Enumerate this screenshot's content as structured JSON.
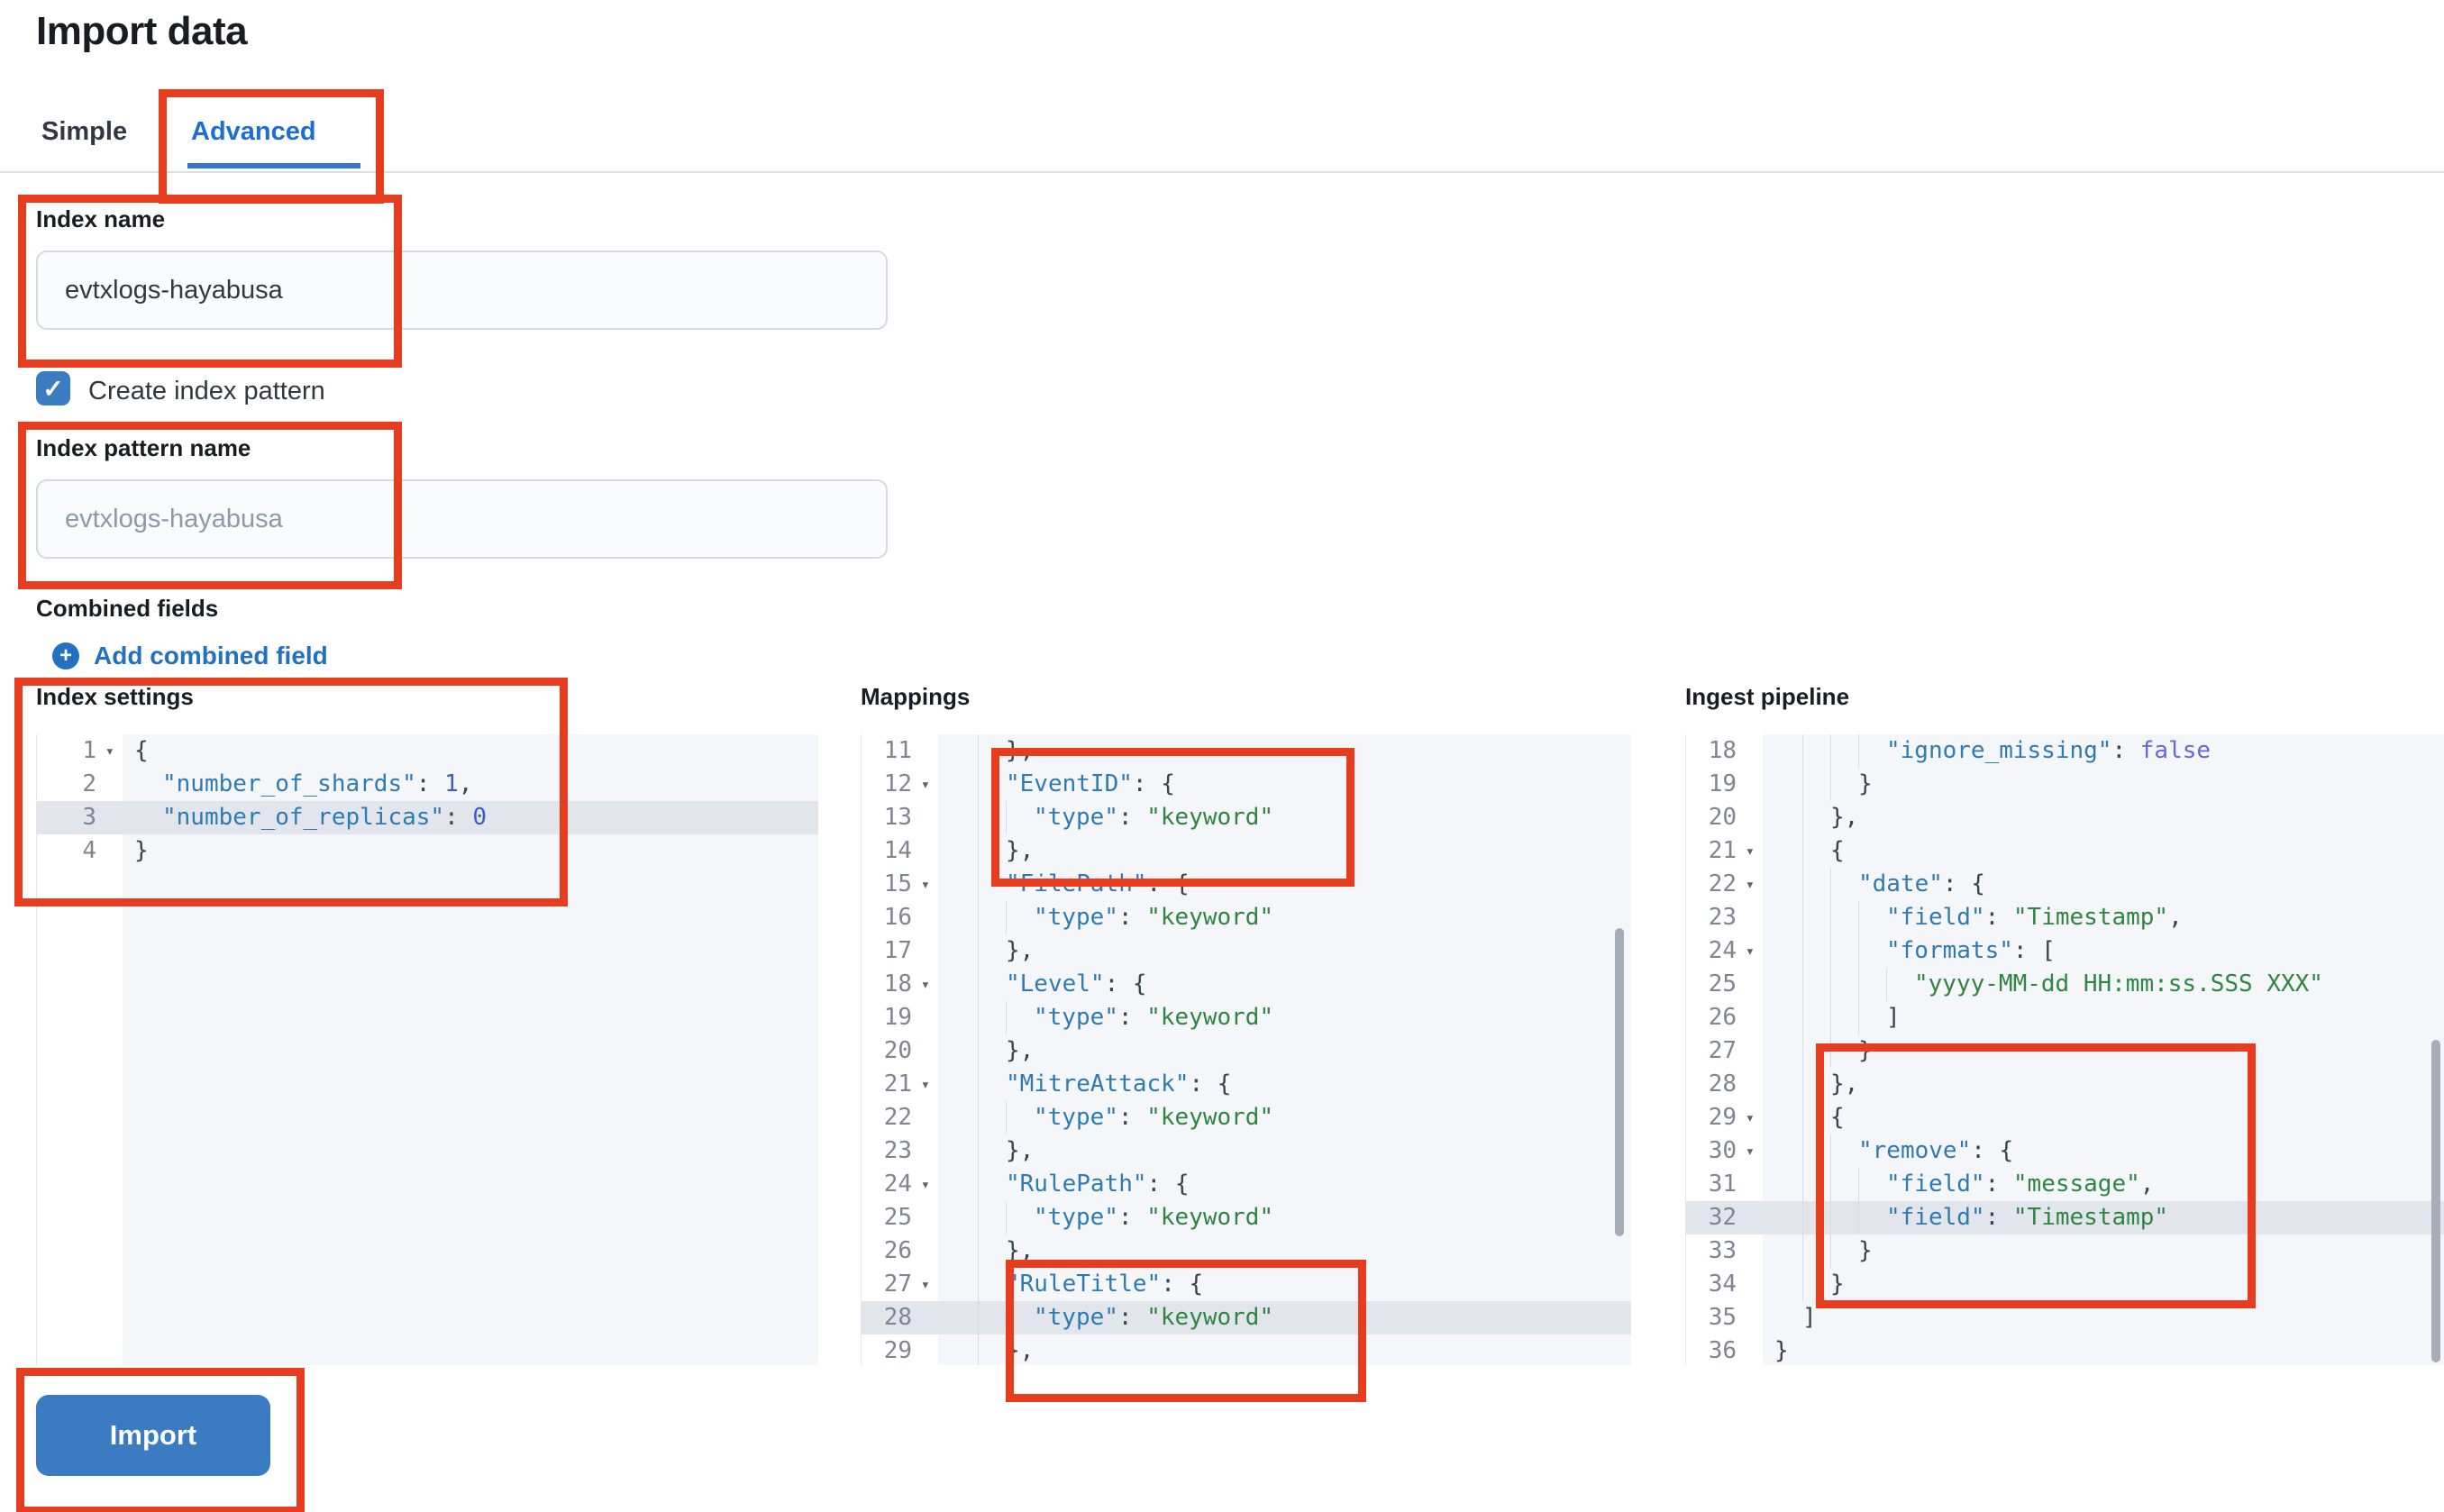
{
  "page": {
    "title": "Import data"
  },
  "tabs": {
    "simple": "Simple",
    "advanced": "Advanced"
  },
  "form": {
    "index_name_label": "Index name",
    "index_name_value": "evtxlogs-hayabusa",
    "create_index_pattern_label": "Create index pattern",
    "checkbox_check_glyph": "✓",
    "index_pattern_label": "Index pattern name",
    "index_pattern_placeholder": "evtxlogs-hayabusa",
    "combined_fields_label": "Combined fields",
    "add_combined_field_label": "Add combined field",
    "plus_glyph": "+"
  },
  "buttons": {
    "import_label": "Import"
  },
  "colors": {
    "accent_blue": "#3a7bc2",
    "link_blue": "#2270c2",
    "tab_blue": "#1c6fd1",
    "annotation_red": "#e73c1e",
    "code_key": "#2e7bb4",
    "code_string": "#2f8542",
    "code_number": "#3d5bc4",
    "code_boolean": "#6468d8"
  },
  "editors": [
    {
      "id": "index-settings",
      "label": "Index settings",
      "active_line": 3,
      "lines": [
        {
          "n": 1,
          "fold": true,
          "ind": 0,
          "tok": [
            [
              "p",
              "{"
            ]
          ]
        },
        {
          "n": 2,
          "ind": 1,
          "tok": [
            [
              "k",
              "\"number_of_shards\""
            ],
            [
              "p",
              ": "
            ],
            [
              "n",
              "1"
            ],
            [
              "p",
              ","
            ]
          ]
        },
        {
          "n": 3,
          "ind": 1,
          "tok": [
            [
              "k",
              "\"number_of_replicas\""
            ],
            [
              "p",
              ": "
            ],
            [
              "n",
              "0"
            ]
          ]
        },
        {
          "n": 4,
          "ind": 0,
          "tok": [
            [
              "p",
              "}"
            ]
          ]
        }
      ]
    },
    {
      "id": "mappings",
      "label": "Mappings",
      "active_line": 28,
      "lines": [
        {
          "n": 11,
          "ind": 2,
          "tok": [
            [
              "p",
              "},"
            ]
          ]
        },
        {
          "n": 12,
          "fold": true,
          "ind": 2,
          "tok": [
            [
              "k",
              "\"EventID\""
            ],
            [
              "p",
              ": {"
            ]
          ]
        },
        {
          "n": 13,
          "ind": 3,
          "tok": [
            [
              "k",
              "\"type\""
            ],
            [
              "p",
              ": "
            ],
            [
              "s",
              "\"keyword\""
            ]
          ]
        },
        {
          "n": 14,
          "ind": 2,
          "tok": [
            [
              "p",
              "},"
            ]
          ]
        },
        {
          "n": 15,
          "fold": true,
          "ind": 2,
          "tok": [
            [
              "k",
              "\"FilePath\""
            ],
            [
              "p",
              ": {"
            ]
          ]
        },
        {
          "n": 16,
          "ind": 3,
          "tok": [
            [
              "k",
              "\"type\""
            ],
            [
              "p",
              ": "
            ],
            [
              "s",
              "\"keyword\""
            ]
          ]
        },
        {
          "n": 17,
          "ind": 2,
          "tok": [
            [
              "p",
              "},"
            ]
          ]
        },
        {
          "n": 18,
          "fold": true,
          "ind": 2,
          "tok": [
            [
              "k",
              "\"Level\""
            ],
            [
              "p",
              ": {"
            ]
          ]
        },
        {
          "n": 19,
          "ind": 3,
          "tok": [
            [
              "k",
              "\"type\""
            ],
            [
              "p",
              ": "
            ],
            [
              "s",
              "\"keyword\""
            ]
          ]
        },
        {
          "n": 20,
          "ind": 2,
          "tok": [
            [
              "p",
              "},"
            ]
          ]
        },
        {
          "n": 21,
          "fold": true,
          "ind": 2,
          "tok": [
            [
              "k",
              "\"MitreAttack\""
            ],
            [
              "p",
              ": {"
            ]
          ]
        },
        {
          "n": 22,
          "ind": 3,
          "tok": [
            [
              "k",
              "\"type\""
            ],
            [
              "p",
              ": "
            ],
            [
              "s",
              "\"keyword\""
            ]
          ]
        },
        {
          "n": 23,
          "ind": 2,
          "tok": [
            [
              "p",
              "},"
            ]
          ]
        },
        {
          "n": 24,
          "fold": true,
          "ind": 2,
          "tok": [
            [
              "k",
              "\"RulePath\""
            ],
            [
              "p",
              ": {"
            ]
          ]
        },
        {
          "n": 25,
          "ind": 3,
          "tok": [
            [
              "k",
              "\"type\""
            ],
            [
              "p",
              ": "
            ],
            [
              "s",
              "\"keyword\""
            ]
          ]
        },
        {
          "n": 26,
          "ind": 2,
          "tok": [
            [
              "p",
              "},"
            ]
          ]
        },
        {
          "n": 27,
          "fold": true,
          "ind": 2,
          "tok": [
            [
              "k",
              "\"RuleTitle\""
            ],
            [
              "p",
              ": {"
            ]
          ]
        },
        {
          "n": 28,
          "ind": 3,
          "tok": [
            [
              "k",
              "\"type\""
            ],
            [
              "p",
              ": "
            ],
            [
              "s",
              "\"keyword\""
            ]
          ]
        },
        {
          "n": 29,
          "ind": 2,
          "tok": [
            [
              "p",
              "},"
            ]
          ]
        }
      ]
    },
    {
      "id": "ingest-pipeline",
      "label": "Ingest pipeline",
      "active_line": 32,
      "lines": [
        {
          "n": 18,
          "ind": 4,
          "tok": [
            [
              "k",
              "\"ignore_missing\""
            ],
            [
              "p",
              ": "
            ],
            [
              "b",
              "false"
            ]
          ]
        },
        {
          "n": 19,
          "ind": 3,
          "tok": [
            [
              "p",
              "}"
            ]
          ]
        },
        {
          "n": 20,
          "ind": 2,
          "tok": [
            [
              "p",
              "},"
            ]
          ]
        },
        {
          "n": 21,
          "fold": true,
          "ind": 2,
          "tok": [
            [
              "p",
              "{"
            ]
          ]
        },
        {
          "n": 22,
          "fold": true,
          "ind": 3,
          "tok": [
            [
              "k",
              "\"date\""
            ],
            [
              "p",
              ": {"
            ]
          ]
        },
        {
          "n": 23,
          "ind": 4,
          "tok": [
            [
              "k",
              "\"field\""
            ],
            [
              "p",
              ": "
            ],
            [
              "s",
              "\"Timestamp\""
            ],
            [
              "p",
              ","
            ]
          ]
        },
        {
          "n": 24,
          "fold": true,
          "ind": 4,
          "tok": [
            [
              "k",
              "\"formats\""
            ],
            [
              "p",
              ": ["
            ]
          ]
        },
        {
          "n": 25,
          "ind": 5,
          "tok": [
            [
              "s",
              "\"yyyy-MM-dd HH:mm:ss.SSS XXX\""
            ]
          ]
        },
        {
          "n": 26,
          "ind": 4,
          "tok": [
            [
              "p",
              "]"
            ]
          ]
        },
        {
          "n": 27,
          "ind": 3,
          "tok": [
            [
              "p",
              "}"
            ]
          ]
        },
        {
          "n": 28,
          "ind": 2,
          "tok": [
            [
              "p",
              "},"
            ]
          ]
        },
        {
          "n": 29,
          "fold": true,
          "ind": 2,
          "tok": [
            [
              "p",
              "{"
            ]
          ]
        },
        {
          "n": 30,
          "fold": true,
          "ind": 3,
          "tok": [
            [
              "k",
              "\"remove\""
            ],
            [
              "p",
              ": {"
            ]
          ]
        },
        {
          "n": 31,
          "ind": 4,
          "tok": [
            [
              "k",
              "\"field\""
            ],
            [
              "p",
              ": "
            ],
            [
              "s",
              "\"message\""
            ],
            [
              "p",
              ","
            ]
          ]
        },
        {
          "n": 32,
          "ind": 4,
          "tok": [
            [
              "k",
              "\"field\""
            ],
            [
              "p",
              ": "
            ],
            [
              "s",
              "\"Timestamp\""
            ]
          ]
        },
        {
          "n": 33,
          "ind": 3,
          "tok": [
            [
              "p",
              "}"
            ]
          ]
        },
        {
          "n": 34,
          "ind": 2,
          "tok": [
            [
              "p",
              "}"
            ]
          ]
        },
        {
          "n": 35,
          "ind": 1,
          "tok": [
            [
              "p",
              "]"
            ]
          ]
        },
        {
          "n": 36,
          "ind": 0,
          "tok": [
            [
              "p",
              "}"
            ]
          ]
        }
      ]
    }
  ]
}
